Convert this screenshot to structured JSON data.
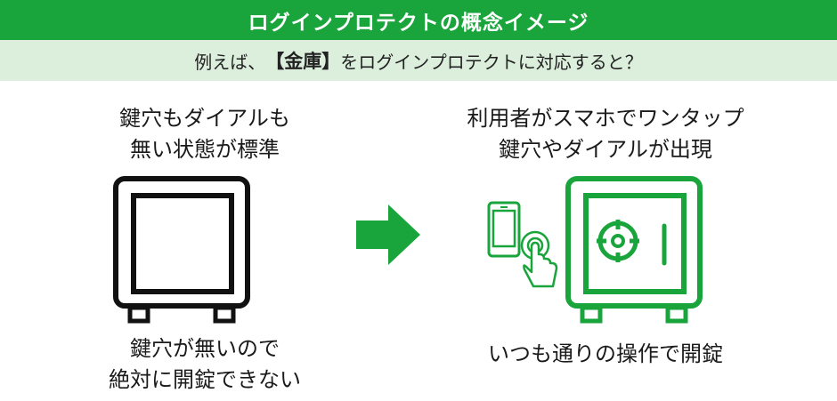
{
  "header": {
    "title": "ログインプロテクトの概念イメージ"
  },
  "subheader": {
    "prefix": "例えば、",
    "emphasis": "【金庫】",
    "suffix": "をログインプロテクトに対応すると？"
  },
  "left_panel": {
    "top_line1": "鍵穴もダイアルも",
    "top_line2": "無い状態が標準",
    "bottom_line1": "鍵穴が無いので",
    "bottom_line2": "絶対に開錠できない"
  },
  "right_panel": {
    "top_line1": "利用者がスマホでワンタップ",
    "top_line2": "鍵穴やダイアルが出現",
    "bottom_line1": "いつも通りの操作で開錠"
  },
  "icons": {
    "plain_safe": "safe-icon",
    "arrow": "arrow-right-icon",
    "phone": "smartphone-icon",
    "tap": "tap-finger-icon",
    "unlocked_safe": "safe-with-dial-icon"
  },
  "colors": {
    "brand_green": "#1aa53c",
    "subheader_bg": "#dcefdd",
    "safe_black": "#111111"
  }
}
